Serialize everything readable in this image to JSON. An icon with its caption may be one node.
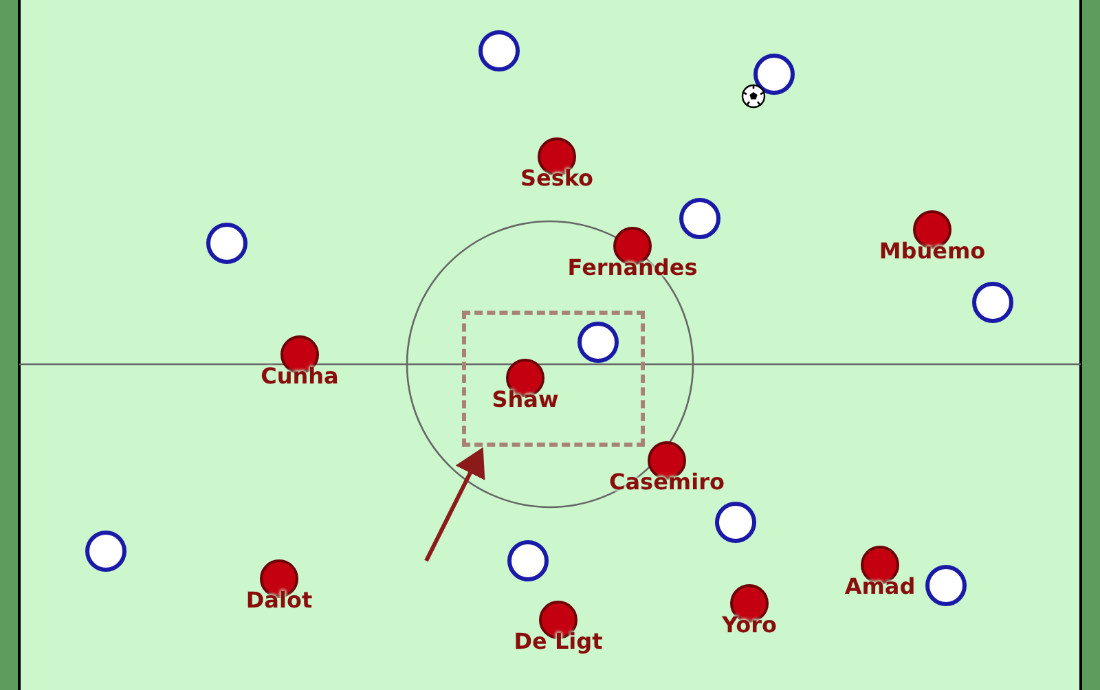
{
  "diagram": {
    "nodes": [
      {
        "text": [],
        "shape": "circle"
      },
      {
        "text": [],
        "shape": "circle"
      },
      {
        "text": [],
        "shape": "ball"
      },
      {
        "text": [
          "Sesko"
        ]
      },
      {
        "text": [],
        "shape": "circle"
      },
      {
        "text": [
          "Mbuemo"
        ]
      },
      {
        "text": [],
        "shape": "circle"
      },
      {
        "text": [
          "Fernandes"
        ]
      },
      {
        "text": [],
        "shape": "circle"
      },
      {
        "text": [],
        "shape": "box"
      },
      {
        "text": [],
        "shape": "circle",
        "in": 9
      },
      {
        "text": [
          "Cunha"
        ]
      },
      {
        "text": [
          "Shaw"
        ],
        "in": 9
      },
      {
        "text": [
          "Casemiro"
        ]
      },
      {
        "text": [],
        "shape": "circle"
      },
      {
        "text": [],
        "shape": "circle"
      },
      {
        "text": [],
        "shape": "circle"
      },
      {
        "text": [
          "Amad"
        ]
      },
      {
        "text": [
          "Dalot"
        ]
      },
      {
        "text": [],
        "shape": "circle"
      },
      {
        "text": [
          "Yoro"
        ]
      },
      {
        "text": [
          "De Ligt"
        ]
      }
    ],
    "edges": [
      {
        "from": null,
        "to": 9,
        "arrow": "to"
      }
    ]
  }
}
